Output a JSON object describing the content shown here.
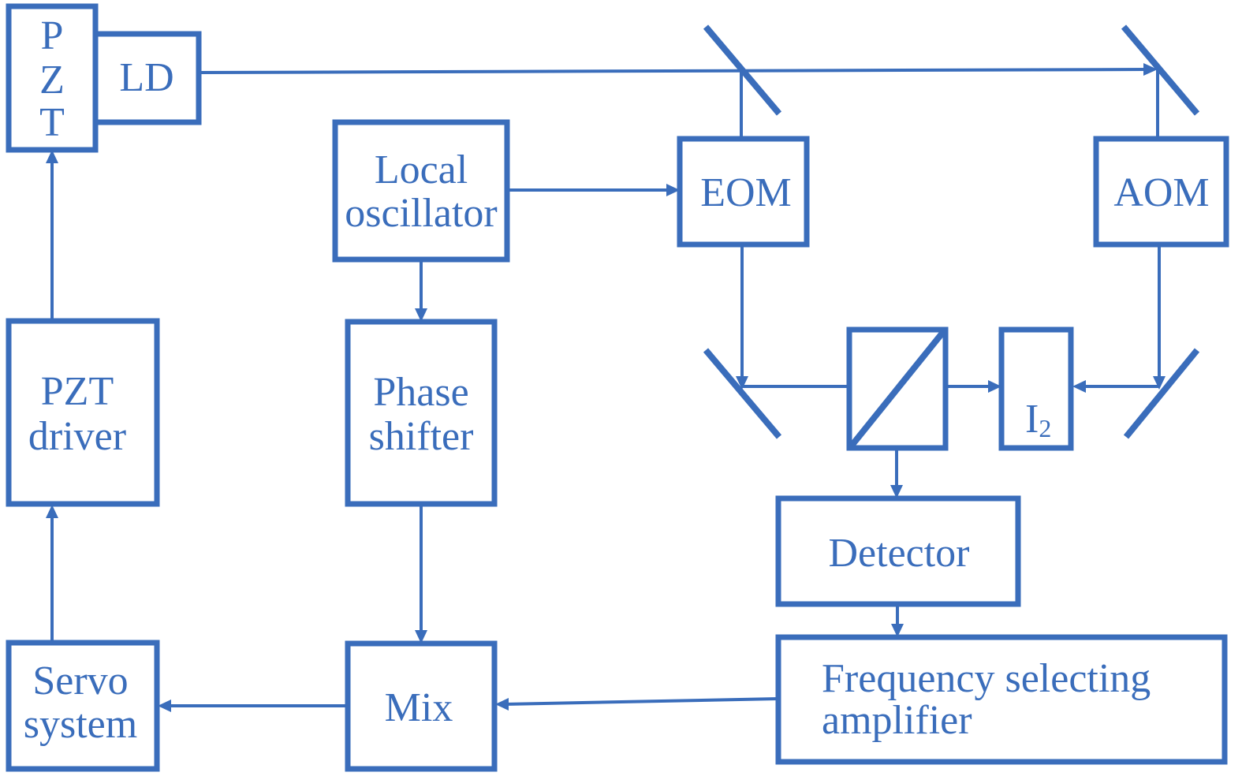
{
  "diagram": {
    "color": "#3A6DBB",
    "blocks": {
      "pzt": {
        "lines": [
          "P",
          "Z",
          "T"
        ]
      },
      "ld": {
        "lines": [
          "LD"
        ]
      },
      "local_oscillator": {
        "lines": [
          "Local",
          "oscillator"
        ]
      },
      "eom": {
        "lines": [
          "EOM"
        ]
      },
      "aom": {
        "lines": [
          "AOM"
        ]
      },
      "pzt_driver": {
        "lines": [
          "PZT",
          "driver"
        ]
      },
      "phase_shifter": {
        "lines": [
          "Phase",
          "shifter"
        ]
      },
      "iodine_cell": {
        "main": "I",
        "subscript": "2"
      },
      "detector": {
        "lines": [
          "Detector"
        ]
      },
      "servo_system": {
        "lines": [
          "Servo",
          "system"
        ]
      },
      "mix": {
        "lines": [
          "Mix"
        ]
      },
      "frequency_selecting_amplifier": {
        "lines": [
          "Frequency selecting",
          "amplifier"
        ]
      }
    },
    "connections": [
      {
        "from": "LD",
        "to": "AOM mirror",
        "type": "beam"
      },
      {
        "from": "top-left mirror",
        "to": "EOM",
        "type": "beam"
      },
      {
        "from": "top-right mirror",
        "to": "AOM",
        "type": "beam"
      },
      {
        "from": "Local oscillator",
        "to": "EOM"
      },
      {
        "from": "Local oscillator",
        "to": "Phase shifter"
      },
      {
        "from": "EOM",
        "to": "bottom-left mirror"
      },
      {
        "from": "bottom-left mirror",
        "to": "I2",
        "type": "beam"
      },
      {
        "from": "AOM",
        "to": "bottom-right mirror"
      },
      {
        "from": "bottom-right mirror",
        "to": "I2",
        "type": "beam"
      },
      {
        "from": "Beam splitter",
        "to": "Detector"
      },
      {
        "from": "Detector",
        "to": "Frequency selecting amplifier"
      },
      {
        "from": "Frequency selecting amplifier",
        "to": "Mix"
      },
      {
        "from": "Phase shifter",
        "to": "Mix"
      },
      {
        "from": "Mix",
        "to": "Servo system"
      },
      {
        "from": "Servo system",
        "to": "PZT driver"
      },
      {
        "from": "PZT driver",
        "to": "PZT"
      }
    ]
  }
}
